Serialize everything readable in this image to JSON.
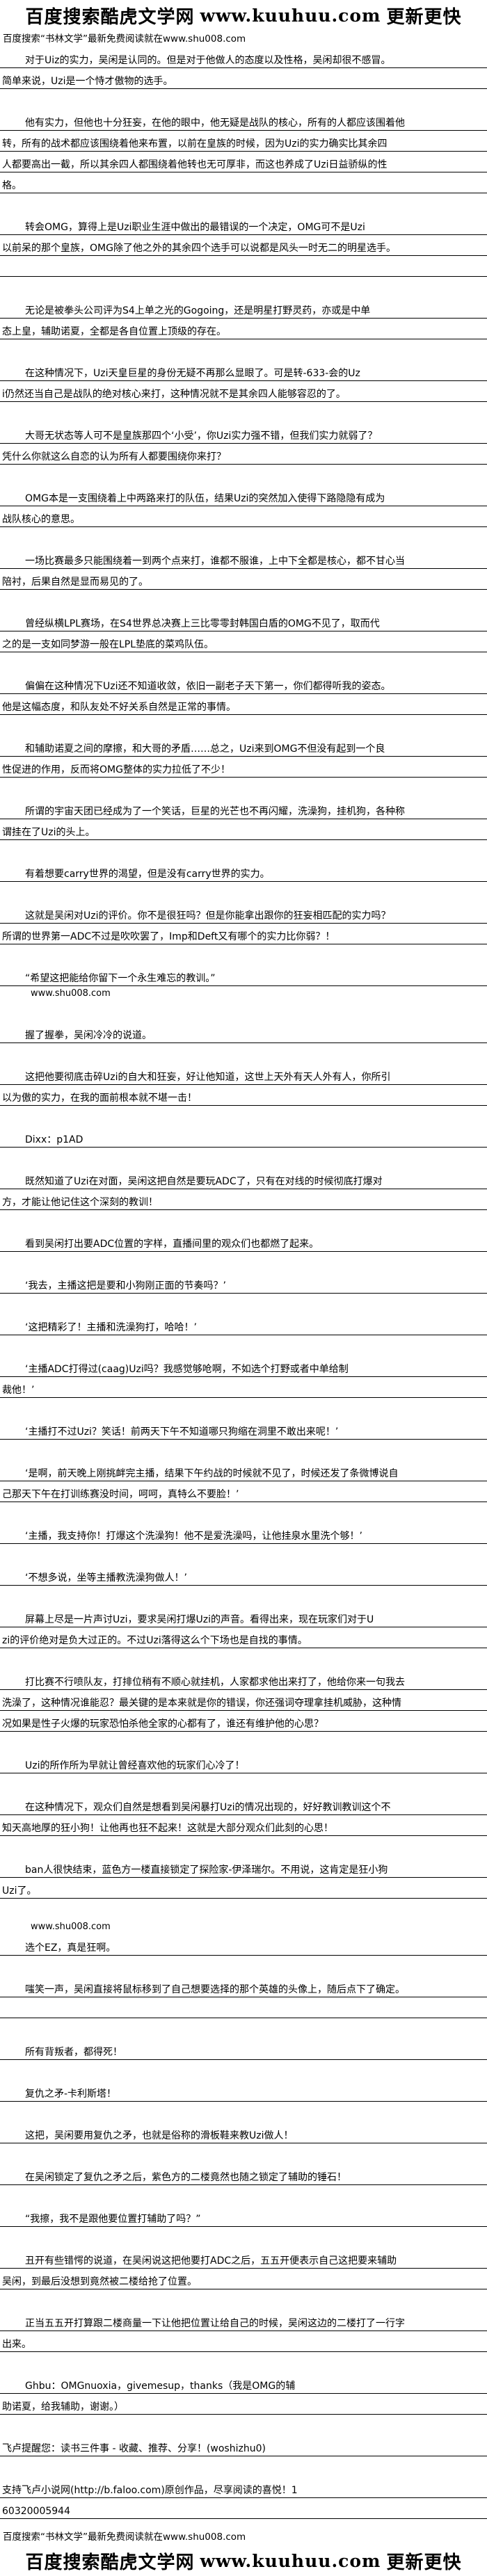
{
  "logo_text": {
    "baidu": "百度搜索",
    "site": "酷虎文学网",
    "url": "www.kuuhuu.com",
    "slogan": "更新更快"
  },
  "promo": "百度搜索“书林文学”最新免费阅读就在www.shu008.com",
  "paragraphs": [
    {
      "lines": [
        "对于Uiz的实力，吴闲是认同的。但是对于他做人的态度以及性格，吴闲却很不感冒。",
        "简单来说，Uzi是一个恃才傲物的选手。"
      ]
    },
    {
      "lines": [
        "他有实力，但他也十分狂妄，在他的眼中，他无疑是战队的核心，所有的人都应该围着他",
        "转，所有的战术都应该围绕着他来布置，以前在皇族的时候，因为Uzi的实力确实比其余四",
        "人都要高出一截，所以其余四人都围绕着他转也无可厚非，而这也养成了Uzi日益骄纵的性",
        "格。"
      ]
    },
    {
      "lines": [
        "转会OMG，算得上是Uzi职业生涯中做出的最错误的一个决定，OMG可不是Uzi",
        "以前呆的那个皇族，OMG除了他之外的其余四个选手可以说都是风头一时无二的明星选手。"
      ],
      "extra_rule": true
    },
    {
      "lines": [
        "无论是被拳头公司评为S4上单之光的Gogoing，还是明星打野灵药，亦或是中单",
        "态上皇，辅助诺夏，全都是各自位置上顶级的存在。"
      ]
    },
    {
      "lines": [
        "在这种情况下，Uzi天皇巨星的身份无疑不再那么显眼了。可是转-633-会的Uz",
        "i仍然还当自己是战队的绝对核心来打，这种情况就不是其余四人能够容忍的了。"
      ]
    },
    {
      "lines": [
        "大哥无状态等人可不是皇族那四个‘小受’，你Uzi实力强不错，但我们实力就弱了？",
        "凭什么你就这么自恋的认为所有人都要围绕你来打？"
      ]
    },
    {
      "lines": [
        "OMG本是一支围绕着上中两路来打的队伍，结果Uzi的突然加入使得下路隐隐有成为",
        "战队核心的意思。"
      ]
    },
    {
      "lines": [
        "一场比赛最多只能围绕着一到两个点来打，谁都不服谁，上中下全都是核心，都不甘心当",
        "陪衬，后果自然是显而易见的了。"
      ]
    },
    {
      "lines": [
        "曾经纵横LPL赛场，在S4世界总决赛上三比零零封韩国白盾的OMG不见了，取而代",
        "之的是一支如同梦游一般在LPL垫底的菜鸡队伍。"
      ]
    },
    {
      "lines": [
        "偏偏在这种情况下Uzi还不知道收敛，依旧一副老子天下第一，你们都得听我的姿态。",
        "他是这幅态度，和队友处不好关系自然是正常的事情。"
      ]
    },
    {
      "lines": [
        "和辅助诺夏之间的摩擦，和大哥的矛盾……总之，Uzi来到OMG不但没有起到一个良",
        "性促进的作用，反而将OMG整体的实力拉低了不少！"
      ]
    },
    {
      "lines": [
        "所谓的宇宙天团已经成为了一个笑话，巨星的光芒也不再闪耀，洗澡狗，挂机狗，各种称",
        "谓挂在了Uzi的头上。"
      ]
    },
    {
      "lines": [
        "有着想要carry世界的渴望，但是没有carry世界的实力。"
      ]
    },
    {
      "lines": [
        "这就是吴闲对Uzi的评价。你不是很狂吗？但是你能拿出跟你的狂妄相匹配的实力吗？",
        "所谓的世界第一ADC不过是吹吹罢了，Imp和Deft又有哪个的实力比你弱？！"
      ]
    },
    {
      "lines": [
        "“希望这把能给你留下一个永生难忘的教训。”"
      ],
      "after_plain": "www.shu008.com"
    },
    {
      "lines": [
        "握了握拳，吴闲冷冷的说道。"
      ]
    },
    {
      "lines": [
        "这把他要彻底击碎Uzi的自大和狂妄，好让他知道，这世上天外有天人外有人，你所引",
        "以为傲的实力，在我的面前根本就不堪一击！"
      ]
    },
    {
      "lines": [
        "Dixx：p1AD"
      ]
    },
    {
      "lines": [
        "既然知道了Uzi在对面，吴闲这把自然是要玩ADC了，只有在对线的时候彻底打爆对",
        "方，才能让他记住这个深刻的教训！"
      ]
    },
    {
      "lines": [
        "看到吴闲打出要ADC位置的字样，直播间里的观众们也都燃了起来。"
      ]
    },
    {
      "lines": [
        "‘我去，主播这把是要和小狗刚正面的节奏吗？’"
      ]
    },
    {
      "lines": [
        "‘这把精彩了！主播和洗澡狗打，哈哈！’"
      ]
    },
    {
      "lines": [
        "‘主播ADC打得过(caag)Uzi吗？我感觉够呛啊，不如选个打野或者中单给制",
        "裁他！’"
      ]
    },
    {
      "lines": [
        "‘主播打不过Uzi？笑话！前两天下午不知道哪只狗缩在洞里不敢出来呢！’"
      ]
    },
    {
      "lines": [
        "‘是啊，前天晚上刚挑衅完主播，结果下午约战的时候就不见了，时候还发了条微博说自",
        "己那天下午在打训练赛没时间，呵呵，真特么不要脸！’"
      ]
    },
    {
      "lines": [
        "‘主播，我支持你！打爆这个洗澡狗！他不是爱洗澡吗，让他挂泉水里洗个够！’"
      ]
    },
    {
      "lines": [
        "‘不想多说，坐等主播教洗澡狗做人！’"
      ]
    },
    {
      "lines": [
        "屏幕上尽是一片声讨Uzi，要求吴闲打爆Uzi的声音。看得出来，现在玩家们对于U",
        "zi的评价绝对是负大过正的。不过Uzi落得这么个下场也是自找的事情。"
      ]
    },
    {
      "lines": [
        "打比赛不行喷队友，打排位稍有不顺心就挂机，人家都求他出来打了，他给你来一句我去",
        "洗澡了，这种情况谁能忍？最关键的是本来就是你的错误，你还强词夺理拿挂机威胁，这种情",
        "况如果是性子火爆的玩家恐怕杀他全家的心都有了，谁还有维护他的心思？"
      ]
    },
    {
      "lines": [
        "Uzi的所作所为早就让曾经喜欢他的玩家们心冷了！"
      ]
    },
    {
      "lines": [
        "在这种情况下，观众们自然是想看到吴闲暴打Uzi的情况出现的，好好教训教训这个不",
        "知天高地厚的狂小狗！让他再也狂不起来！这就是大部分观众们此刻的心思！"
      ]
    },
    {
      "lines": [
        "ban人很快结束，蓝色方一楼直接锁定了探险家-伊泽瑞尔。不用说，这肯定是狂小狗",
        "Uzi了。"
      ]
    },
    {
      "lines": [
        "选个EZ，真是狂啊。"
      ],
      "before_plain": "www.shu008.com"
    },
    {
      "lines": [
        "嗤笑一声，吴闲直接将鼠标移到了自己想要选择的那个英雄的头像上，随后点下了确定。"
      ],
      "extra_rule": true
    },
    {
      "lines": [
        "所有背叛者，都得死！"
      ]
    },
    {
      "lines": [
        "复仇之矛-卡利斯塔！"
      ]
    },
    {
      "lines": [
        "这把，吴闲要用复仇之矛，也就是俗称的滑板鞋来教Uzi做人！"
      ]
    },
    {
      "lines": [
        "在吴闲锁定了复仇之矛之后，紫色方的二楼竟然也随之锁定了辅助的锤石！"
      ]
    },
    {
      "lines": [
        "“我擦，我不是跟他要位置打辅助了吗？”"
      ]
    },
    {
      "lines": [
        "丑开有些错愕的说道，在吴闲说这把他要打ADC之后，五五开便表示自己这把要来辅助",
        "吴闲，到最后没想到竟然被二楼给抢了位置。"
      ]
    },
    {
      "lines": [
        "正当五五开打算跟二楼商量一下让他把位置让给自己的时候，吴闲这边的二楼打了一行字",
        "出来。"
      ]
    },
    {
      "lines": [
        "Ghbu：OMGnuoxia，givemesup，thanks（我是OMG的辅",
        "助诺夏，给我辅助，谢谢。）"
      ]
    },
    {
      "lines": [
        "飞卢提醒您：读书三件事 - 收藏、推荐、分享！(woshizhu0)"
      ],
      "no_indent": true
    },
    {
      "lines": [
        "支持飞卢小说网(http://b.faloo.com)原创作品，尽享阅读的喜悦！1",
        "60320005944"
      ],
      "no_indent": true
    }
  ]
}
